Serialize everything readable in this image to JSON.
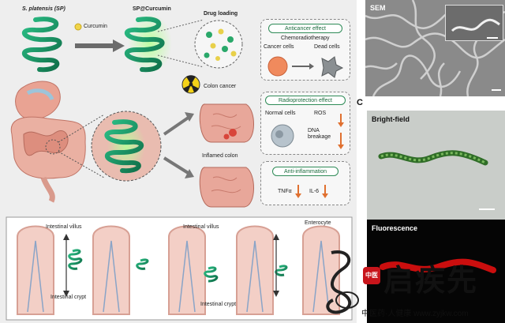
{
  "panel_a": {
    "labels": {
      "sp": "S. platensis (SP)",
      "sp_curcumin": "SP@Curcumin",
      "curcumin": "Curcumin",
      "drug_loading": "Drug loading",
      "colon_cancer": "Colon cancer",
      "inflamed_colon": "Inflamed colon"
    },
    "anticancer": {
      "title": "Anticancer effect",
      "subtitle": "Chemoradiotherapy",
      "cancer_cells": "Cancer cells",
      "dead_cells": "Dead cells"
    },
    "radioprotection": {
      "title": "Radioprotection effect",
      "normal_cells": "Normal cells",
      "ros": "ROS",
      "dna": "DNA breakage"
    },
    "anti_inflammation": {
      "title": "Anti-inflammation",
      "tnf": "TNFα",
      "il6": "IL-6"
    },
    "villus": {
      "villus_left": "Intestinal villus",
      "villus_right": "Intestinal villus",
      "enterocyte": "Enterocyte",
      "crypt_left": "Intestinal crypt",
      "crypt_right": "Intestinal crypt"
    }
  },
  "panel_b": {
    "sem_label": "SEM"
  },
  "panel_c": {
    "letter": "C",
    "bright_label": "Bright-field",
    "fluor_label": "Fluorescence"
  },
  "watermark": {
    "title": "启疾先",
    "seal": "中医",
    "footer": "中医药·人健康 www.zyjkw.com"
  },
  "colors": {
    "spirulina": "#1b9e6b",
    "tissue": "#e8a79a",
    "accent_green": "#2e8b57",
    "arrow_orange": "#e07030",
    "fluor_red": "#e01010"
  }
}
